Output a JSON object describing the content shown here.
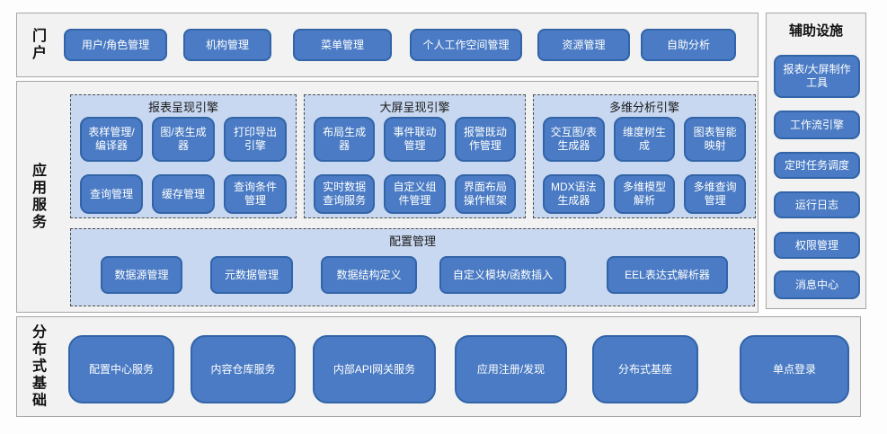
{
  "colors": {
    "button_fill": "#4a7bc4",
    "button_border": "#3264a8",
    "button_text": "#ffffff",
    "panel_fill": "#c9d8f1",
    "panel_border": "#4d4d4d",
    "section_fill": "#f2f2f2",
    "section_border": "#a6a6a6"
  },
  "sections": {
    "portal": {
      "label": "门户",
      "buttons": [
        "用户/角色管理",
        "机构管理",
        "菜单管理",
        "个人工作空间管理",
        "资源管理",
        "自助分析"
      ]
    },
    "app_services": {
      "label": "应用服务",
      "engines": [
        {
          "title": "报表呈现引擎",
          "buttons": [
            "表样管理/编译器",
            "图/表生成器",
            "打印导出引擎",
            "查询管理",
            "缓存管理",
            "查询条件管理"
          ]
        },
        {
          "title": "大屏呈现引擎",
          "buttons": [
            "布局生成器",
            "事件联动管理",
            "报警既动作管理",
            "实时数据查询服务",
            "自定义组件管理",
            "界面布局操作框架"
          ]
        },
        {
          "title": "多维分析引擎",
          "buttons": [
            "交互图/表生成器",
            "维度树生成",
            "图表智能映射",
            "MDX语法生成器",
            "多维模型解析",
            "多维查询管理"
          ]
        }
      ],
      "config": {
        "title": "配置管理",
        "buttons": [
          "数据源管理",
          "元数据管理",
          "数据结构定义",
          "自定义模块/函数插入",
          "EEL表达式解析器"
        ]
      }
    },
    "distributed": {
      "label": "分布式基础",
      "buttons": [
        "配置中心服务",
        "内容仓库服务",
        "内部API网关服务",
        "应用注册/发现",
        "分布式基座",
        "单点登录"
      ]
    },
    "auxiliary": {
      "label": "辅助设施",
      "buttons": [
        "报表/大屏制作工具",
        "工作流引擎",
        "定时任务调度",
        "运行日志",
        "权限管理",
        "消息中心"
      ]
    }
  }
}
